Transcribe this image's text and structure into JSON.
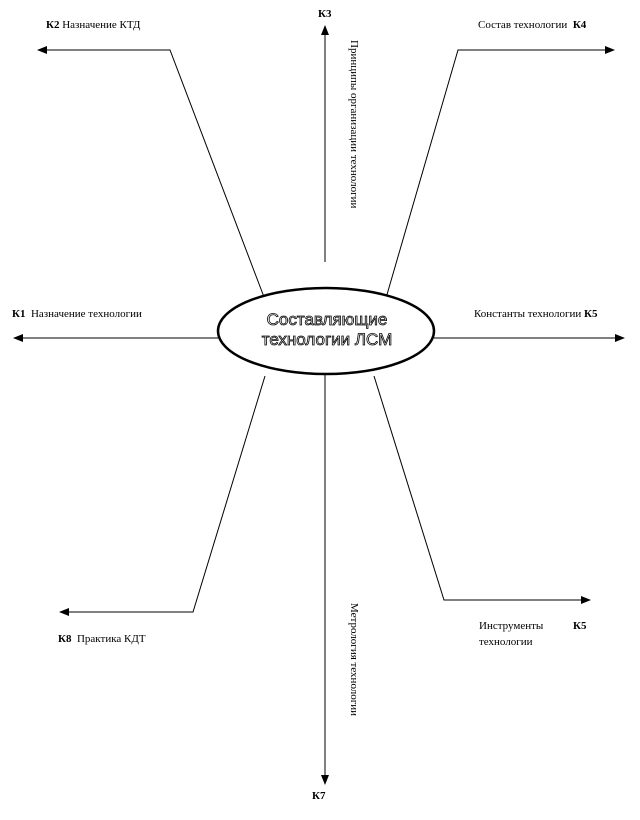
{
  "center": {
    "line1": "Составляющие",
    "line2": "технологии ЛСМ"
  },
  "nodes": {
    "k1": {
      "code": "К1",
      "label": "Назначение технологии"
    },
    "k2": {
      "code": "К2",
      "label": "Назначение КТД"
    },
    "k3": {
      "code": "К3",
      "label": "Принципы организации технологии"
    },
    "k4": {
      "code": "К4",
      "label": "Состав технологии"
    },
    "k5a": {
      "code": "К5",
      "label": "Константы технологии"
    },
    "k5b": {
      "code": "К5",
      "label_line1": "Инструменты",
      "label_line2": "технологии"
    },
    "k7": {
      "code": "К7",
      "label": "Метрология технологии"
    },
    "k8": {
      "code": "К8",
      "label": "Практика КДТ"
    }
  }
}
